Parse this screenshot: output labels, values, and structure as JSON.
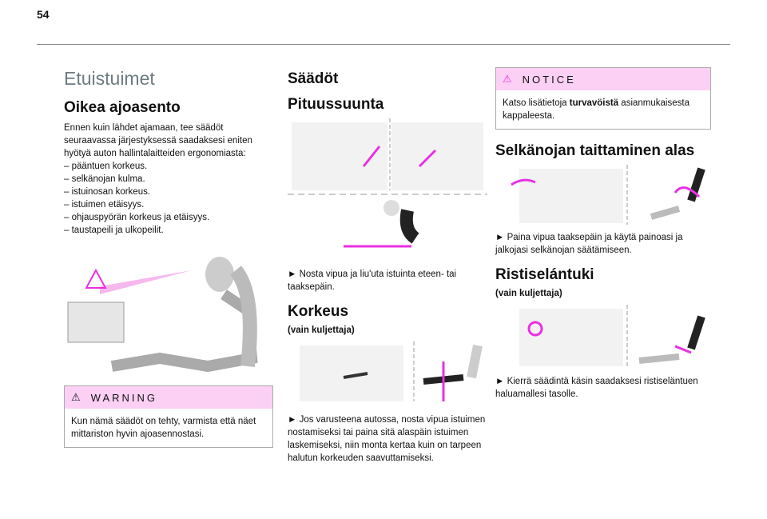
{
  "page_number": "54",
  "col1": {
    "title": "Etuistuimet",
    "heading": "Oikea ajoasento",
    "intro": "Ennen kuin lähdet ajamaan, tee säädöt seuraavassa järjestyksessä saadaksesi eniten hyötyä auton hallintalaitteiden ergonomiasta:",
    "items": [
      "pääntuen korkeus.",
      "selkänojan kulma.",
      "istuinosan korkeus.",
      "istuimen etäisyys.",
      "ohjauspyörän korkeus ja etäisyys.",
      "taustapeili ja ulkopeilit."
    ],
    "warning": {
      "title": "WARNING",
      "text": "Kun nämä säädöt on tehty, varmista että näet mittariston hyvin ajoasennostasi."
    }
  },
  "col2": {
    "heading": "Säädöt",
    "sub1": "Pituussuunta",
    "text1": "► Nosta vipua ja liu'uta istuinta eteen- tai taaksepäin.",
    "sub2": "Korkeus",
    "note2": "(vain kuljettaja)",
    "text2": "► Jos varusteena autossa, nosta vipua istuimen nostamiseksi tai paina sitä alaspäin istuimen laskemiseksi, niin monta kertaa kuin on tarpeen halutun korkeuden saavuttamiseksi."
  },
  "col3": {
    "notice": {
      "title": "NOTICE",
      "text_pre": "Katso lisätietoja ",
      "text_bold": "turvavöistä",
      "text_post": " asianmukaisesta kappaleesta."
    },
    "sub1": "Selkänojan taittaminen alas",
    "text1": "► Paina vipua taaksepäin ja käytä painoasi ja jalkojasi selkänojan säätämiseen.",
    "sub2": "Ristiselántuki",
    "note2": "(vain kuljettaja)",
    "text2": "► Kierrä säädintä käsin saadaksesi ristiseläntuen haluamallesi tasolle."
  },
  "colors": {
    "accent": "#e930e0",
    "box_header": "#fbd0f4"
  }
}
